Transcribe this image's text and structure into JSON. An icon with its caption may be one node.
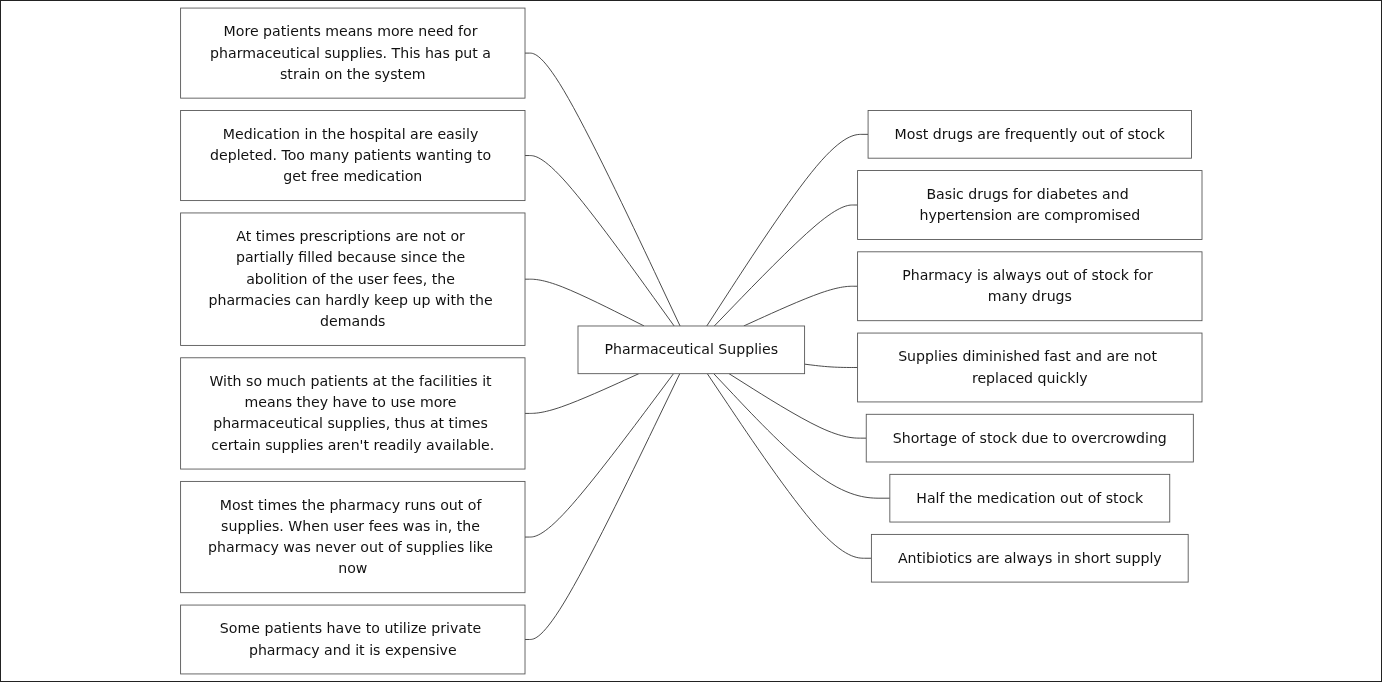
{
  "diagram": {
    "nodes": [
      {
        "text": [
          "Pharmaceutical Supplies"
        ]
      },
      {
        "text": [
          "More patients means more need for pharmaceutical supplies. This has put a strain on the system"
        ]
      },
      {
        "text": [
          "Medication in the hospital are easily depleted. Too many patients wanting to get free medication"
        ]
      },
      {
        "text": [
          "At times prescriptions are not or partially filled because since the abolition of the user fees, the pharmacies can hardly keep up with the demands"
        ]
      },
      {
        "text": [
          "With so much patients at the facilities it means they have to use more pharmaceutical supplies, thus at times certain supplies aren't readily available."
        ]
      },
      {
        "text": [
          "Most times the pharmacy runs out of supplies. When user fees was in, the pharmacy was never out of supplies like now"
        ]
      },
      {
        "text": [
          "Some patients have to utilize private pharmacy and it is expensive"
        ]
      },
      {
        "text": [
          "Most drugs are frequently out of stock"
        ]
      },
      {
        "text": [
          "Basic drugs for diabetes and hypertension are compromised"
        ]
      },
      {
        "text": [
          "Pharmacy is always out of stock for many drugs"
        ]
      },
      {
        "text": [
          "Supplies diminished fast and are not replaced quickly"
        ]
      },
      {
        "text": [
          "Shortage of stock due to overcrowding"
        ]
      },
      {
        "text": [
          "Half the medication out of stock"
        ]
      },
      {
        "text": [
          "Antibiotics are always in short supply"
        ]
      }
    ],
    "edges": [
      {
        "from": 0,
        "to": 1,
        "arrow": "none"
      },
      {
        "from": 0,
        "to": 2,
        "arrow": "none"
      },
      {
        "from": 0,
        "to": 3,
        "arrow": "none"
      },
      {
        "from": 0,
        "to": 4,
        "arrow": "none"
      },
      {
        "from": 0,
        "to": 5,
        "arrow": "none"
      },
      {
        "from": 0,
        "to": 6,
        "arrow": "none"
      },
      {
        "from": 0,
        "to": 7,
        "arrow": "none"
      },
      {
        "from": 0,
        "to": 8,
        "arrow": "none"
      },
      {
        "from": 0,
        "to": 9,
        "arrow": "none"
      },
      {
        "from": 0,
        "to": 10,
        "arrow": "none"
      },
      {
        "from": 0,
        "to": 11,
        "arrow": "none"
      },
      {
        "from": 0,
        "to": 12,
        "arrow": "none"
      },
      {
        "from": 0,
        "to": 13,
        "arrow": "none"
      }
    ]
  }
}
